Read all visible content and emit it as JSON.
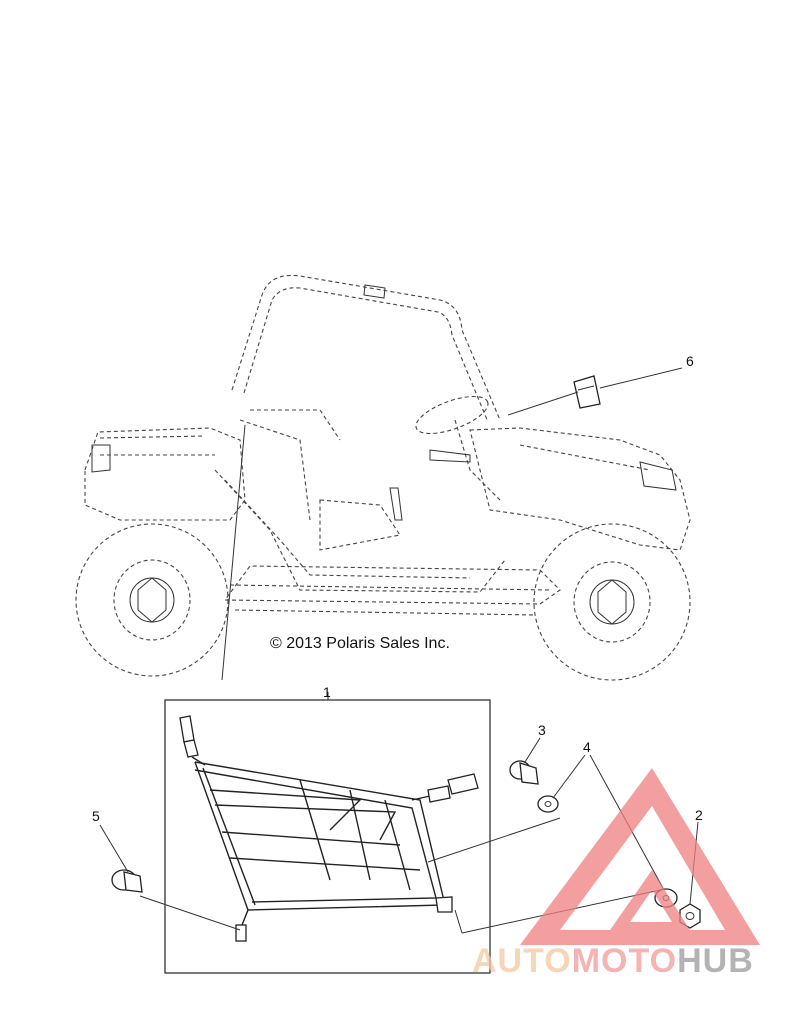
{
  "copyright": "© 2013 Polaris Sales Inc.",
  "callouts": [
    {
      "id": "1",
      "label": "1"
    },
    {
      "id": "2",
      "label": "2"
    },
    {
      "id": "3",
      "label": "3"
    },
    {
      "id": "4",
      "label": "4"
    },
    {
      "id": "5",
      "label": "5"
    },
    {
      "id": "6",
      "label": "6"
    }
  ],
  "watermark": {
    "part_a": "AUTO",
    "part_b": "MOTO",
    "part_c": "HUB",
    "color_a": "#f5c7a0",
    "color_b": "#f29a9a",
    "color_c": "#9a9a9a",
    "triangle_color": "#f08080"
  }
}
